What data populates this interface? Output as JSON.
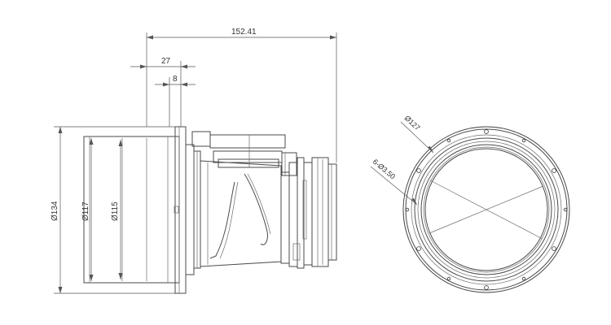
{
  "dimensions": {
    "overall_length": "152.41",
    "flange_to_mount": "27",
    "flange_thickness": "8",
    "flange_diameter": "Ø134",
    "barrel_outer_diameter": "Ø117",
    "barrel_inner_diameter": "Ø115",
    "bolt_circle_diameter": "Ø127",
    "mount_holes": "6-Ø3.50"
  },
  "colors": {
    "line": "#4a4a4a",
    "background": "#ffffff"
  }
}
